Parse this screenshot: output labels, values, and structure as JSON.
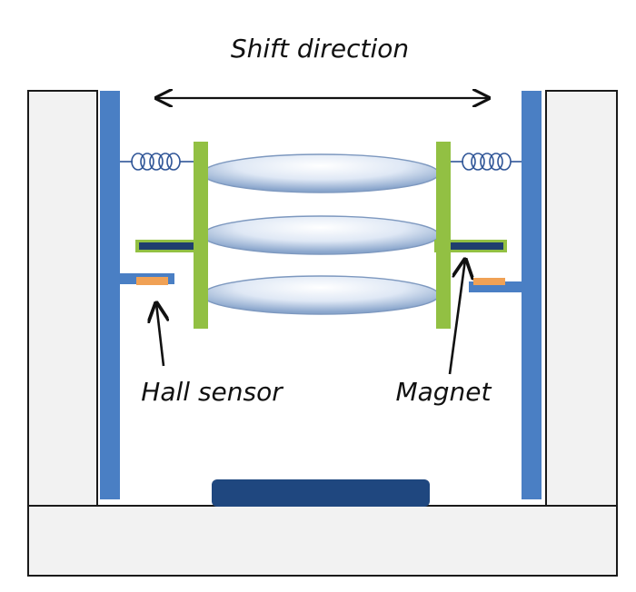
{
  "labels": {
    "shift_direction": "Shift direction",
    "hall_sensor": "Hall sensor",
    "magnet": "Magnet"
  },
  "colors": {
    "frame_fill": "#f2f2f2",
    "frame_stroke": "#1a1a1a",
    "wall_blue": "#4a7fc4",
    "holder_green": "#92c043",
    "magnet_navy": "#1f3f6e",
    "sensor_orange": "#f0a155",
    "spring": "#2f5597",
    "base_block": "#1f477f",
    "lens_light": "#f4f7fc",
    "lens_mid": "#c7d6ea",
    "lens_edge": "#7d98bf"
  },
  "icons": {
    "spring": "coil-spring-icon",
    "lens": "lens-icon",
    "arrow": "double-arrow-icon"
  }
}
